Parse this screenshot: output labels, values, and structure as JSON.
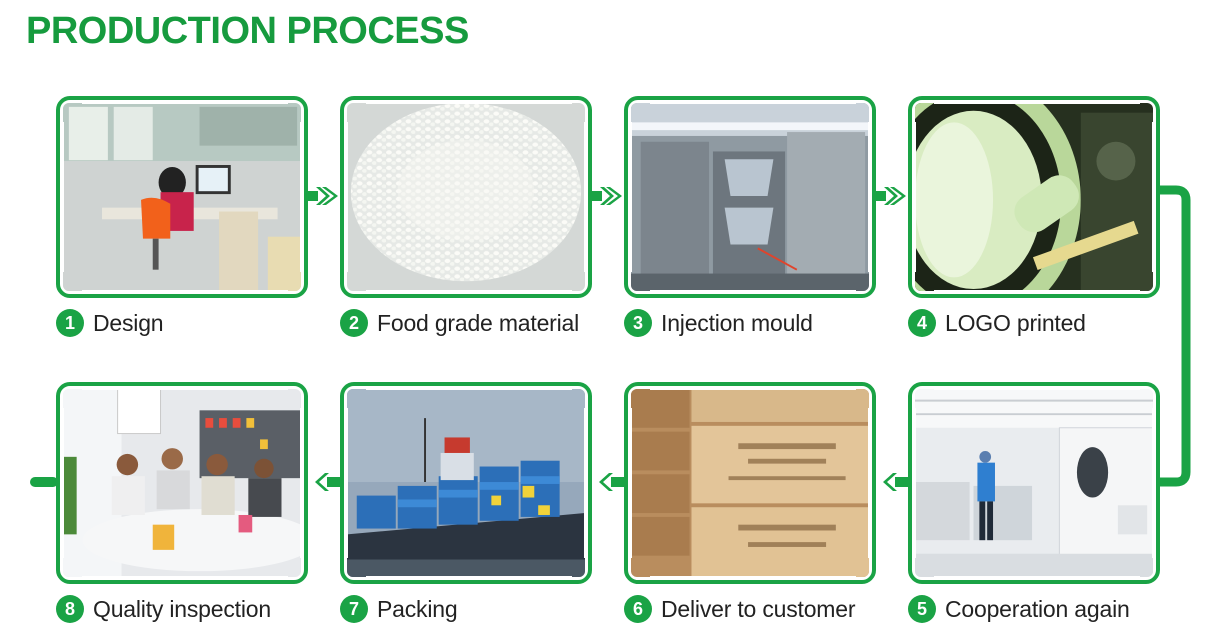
{
  "title": "PRODUCTION PROCESS",
  "accent_color": "#1aa345",
  "steps": [
    {
      "number": "1",
      "label": "Design",
      "image": "office-design-photo"
    },
    {
      "number": "2",
      "label": "Food grade material",
      "image": "plastic-pellets-photo"
    },
    {
      "number": "3",
      "label": "Injection mould",
      "image": "injection-mould-photo"
    },
    {
      "number": "4",
      "label": "LOGO printed",
      "image": "logo-printing-photo"
    },
    {
      "number": "5",
      "label": "Cooperation again",
      "image": "factory-floor-photo"
    },
    {
      "number": "6",
      "label": "Deliver to customer",
      "image": "carton-boxes-photo"
    },
    {
      "number": "7",
      "label": "Packing",
      "image": "container-ship-photo"
    },
    {
      "number": "8",
      "label": "Quality inspection",
      "image": "meeting-room-photo"
    }
  ]
}
